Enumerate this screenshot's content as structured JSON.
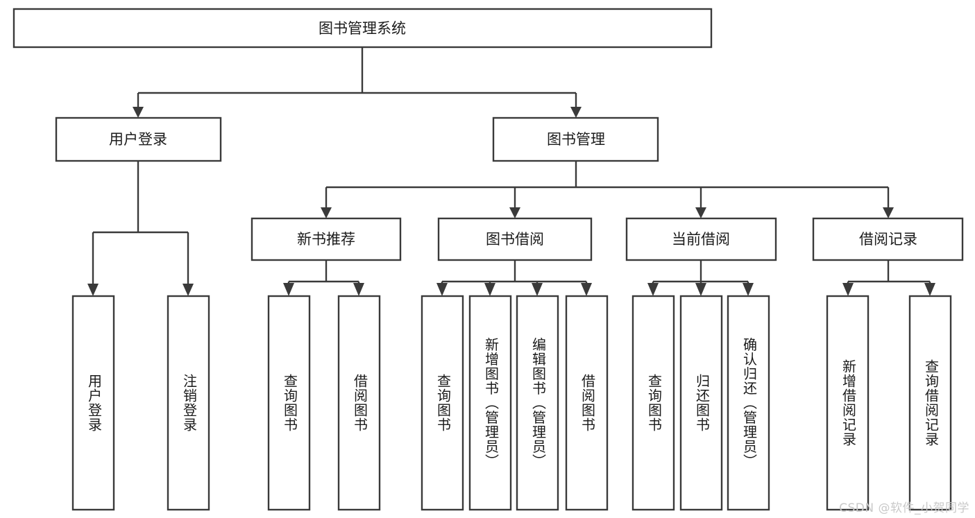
{
  "diagram": {
    "type": "tree",
    "title": "图书管理系统",
    "orientation": "top-down",
    "colors": {
      "background": "#ffffff",
      "box_fill": "#ffffff",
      "box_stroke": "#3a3a3a",
      "text": "#1b1b1b",
      "connector": "#3a3a3a",
      "watermark": "#c9c9c9"
    },
    "root": {
      "label": "图书管理系统"
    },
    "level1": [
      {
        "label": "用户登录"
      },
      {
        "label": "图书管理"
      }
    ],
    "level2": [
      {
        "label": "新书推荐"
      },
      {
        "label": "图书借阅"
      },
      {
        "label": "当前借阅"
      },
      {
        "label": "借阅记录"
      }
    ],
    "leaves": {
      "user_login": [
        {
          "label": "用户登录"
        },
        {
          "label": "注销登录"
        }
      ],
      "new_book_recommend": [
        {
          "label": "查询图书"
        },
        {
          "label": "借阅图书"
        }
      ],
      "book_borrow": [
        {
          "label": "查询图书"
        },
        {
          "label": "新增图书（管理员）"
        },
        {
          "label": "编辑图书（管理员）"
        },
        {
          "label": "借阅图书"
        }
      ],
      "current_borrow": [
        {
          "label": "查询图书"
        },
        {
          "label": "归还图书"
        },
        {
          "label": "确认归还（管理员）"
        }
      ],
      "borrow_record": [
        {
          "label": "新增借阅记录"
        },
        {
          "label": "查询借阅记录"
        }
      ]
    }
  },
  "watermark": {
    "text": "CSDN @软件_小贺同学"
  }
}
